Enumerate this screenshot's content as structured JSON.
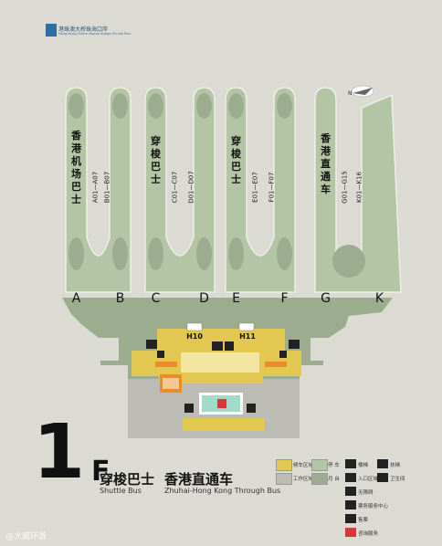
{
  "header": {
    "title": "港珠澳大桥珠海口岸",
    "subtitle": "Hong Kong-Zhuhai-Macao Bridge Zhuhai Port"
  },
  "map": {
    "gates": [
      "A",
      "B",
      "C",
      "D",
      "E",
      "F",
      "G",
      "K"
    ],
    "lanes": [
      {
        "range": "A01—A07",
        "label": "香港机场巴士"
      },
      {
        "range": "B01—B07",
        "label": ""
      },
      {
        "range": "C01—C07",
        "label": "穿梭巴士"
      },
      {
        "range": "D01—D07",
        "label": ""
      },
      {
        "range": "E01—E07",
        "label": "穿梭巴士"
      },
      {
        "range": "F01—F07",
        "label": ""
      },
      {
        "range": "G01—G15",
        "label": "香港直通车"
      },
      {
        "range": "K01—K16",
        "label": ""
      }
    ],
    "halls": [
      "H10",
      "H11"
    ],
    "north_label": "N",
    "colors": {
      "background": "#dcdbd3",
      "lane": "#b3c5a4",
      "lane_outline": "#edefe5",
      "platform": "#9cad8f",
      "terminal": "#e2c750",
      "terminal_core": "#f3e6a0",
      "building": "#bcbcb4",
      "service": "#e58e2a",
      "service_center": "#a0dcc8"
    }
  },
  "floor": {
    "number": "1",
    "suffix": "F"
  },
  "zones": [
    {
      "cn": "穿梭巴士",
      "en": "Shuttle Bus"
    },
    {
      "cn": "香港直通车",
      "en": "Zhuhai-Hong Kong Through Bus"
    }
  ],
  "legend": [
    {
      "icon": "waiting-area-swatch",
      "color": "#e2c750",
      "label": "候车区域"
    },
    {
      "icon": "lane-swatch",
      "color": "#b3c5a4",
      "label": "停 车"
    },
    {
      "icon": "stairs-icon",
      "label": "楼梯"
    },
    {
      "icon": "escalator-icon",
      "label": "扶梯"
    },
    {
      "icon": "office-swatch",
      "color": "#bcbcb4",
      "label": "工作区域"
    },
    {
      "icon": "platform-swatch",
      "color": "#9cad8f",
      "label": "月 台"
    },
    {
      "icon": "entrance-icon",
      "label": "入口区域"
    },
    {
      "icon": "restroom-icon",
      "label": "卫生间"
    },
    {
      "icon": "accessible-icon",
      "label": "无障碍"
    },
    {
      "icon": "service-icon",
      "label": "票务服务中心"
    },
    {
      "icon": "ticket-icon",
      "label": "售票"
    },
    {
      "icon": "info-icon",
      "label": "咨询服务"
    }
  ],
  "watermark": "@大威环游"
}
